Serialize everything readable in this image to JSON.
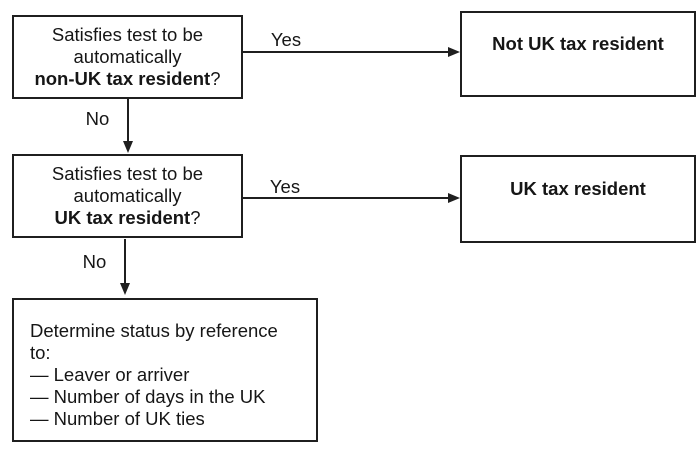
{
  "diagram": {
    "type": "flowchart",
    "colors": {
      "background": "#ffffff",
      "line": "#1f1f1f",
      "text": "#161616"
    },
    "nodes": {
      "q_nonuk": {
        "line1": "Satisfies test to be",
        "line2": "automatically",
        "line3_bold": "non-UK tax resident",
        "line3_suffix": "?"
      },
      "not_uk": {
        "label": "Not UK tax resident"
      },
      "q_uk": {
        "line1": "Satisfies test to be",
        "line2": "automatically",
        "line3_bold": "UK tax resident",
        "line3_suffix": "?"
      },
      "uk": {
        "label": "UK tax resident"
      },
      "determine": {
        "line1": "Determine status by reference",
        "line2": "to:",
        "items": [
          "— Leaver or arriver",
          "— Number of days in the UK",
          "— Number of UK ties"
        ]
      }
    },
    "edges": {
      "yes1": "Yes",
      "no1": "No",
      "yes2": "Yes",
      "no2": "No"
    }
  }
}
